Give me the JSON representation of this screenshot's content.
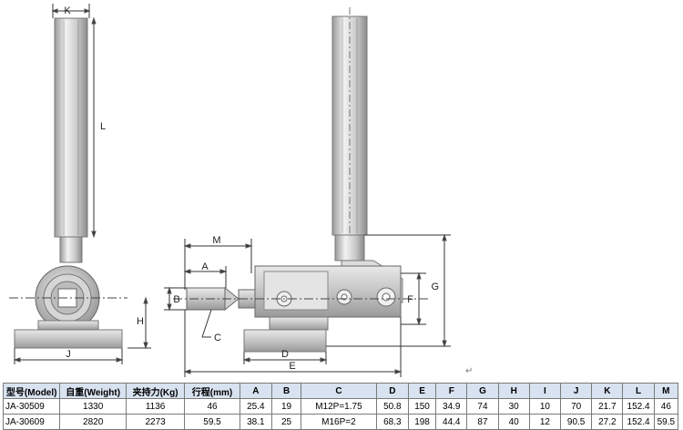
{
  "drawing": {
    "dimension_labels": {
      "A": "A",
      "B": "B",
      "C": "C",
      "D": "D",
      "E": "E",
      "F": "F",
      "G": "G",
      "H": "H",
      "J": "J",
      "K": "K",
      "L": "L",
      "M": "M"
    },
    "paragraph_mark": "↵"
  },
  "spec_table": {
    "headers": [
      "型号(Model)",
      "自重(Weight)",
      "夹持力(Kg)",
      "行程(mm)",
      "A",
      "B",
      "C",
      "D",
      "E",
      "F",
      "G",
      "H",
      "I",
      "J",
      "K",
      "L",
      "M"
    ],
    "rows": [
      [
        "JA-30509",
        "1330",
        "1136",
        "46",
        "25.4",
        "19",
        "M12P=1.75",
        "50.8",
        "150",
        "34.9",
        "74",
        "30",
        "10",
        "70",
        "21.7",
        "152.4",
        "46"
      ],
      [
        "JA-30609",
        "2820",
        "2273",
        "59.5",
        "38.1",
        "25",
        "M16P=2",
        "68.3",
        "198",
        "44.4",
        "87",
        "40",
        "12",
        "90.5",
        "27.2",
        "152.4",
        "59.5"
      ]
    ]
  }
}
